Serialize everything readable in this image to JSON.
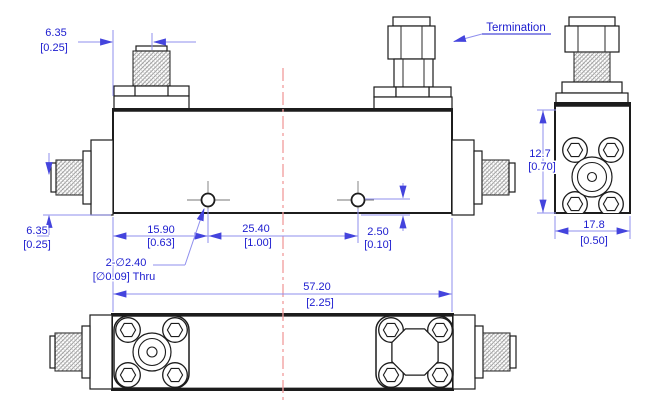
{
  "drawing": {
    "labels": {
      "termination": "Termination",
      "hole_note_line1": "2-∅2.40",
      "hole_note_line2": "[∅0.09] Thru"
    },
    "dimensions": {
      "top_port_offset": {
        "mm": "6.35",
        "inch": "[0.25]"
      },
      "left_port_offset": {
        "mm": "6.35",
        "inch": "[0.25]"
      },
      "hole1_from_left_edge": {
        "mm": "15.90",
        "inch": "[0.63]"
      },
      "hole_spacing": {
        "mm": "25.40",
        "inch": "[1.00]"
      },
      "hole_to_bottom_edge": {
        "mm": "2.50",
        "inch": "[0.10]"
      },
      "overall_length": {
        "mm": "57.20",
        "inch": "[2.25]"
      },
      "body_height": {
        "mm": "12.7",
        "inch": "[0.70]"
      },
      "body_depth": {
        "mm": "17.8",
        "inch": "[0.50]"
      }
    },
    "colors": {
      "dimension_text": "#1b1bcf",
      "dimension_line": "#8f8fee",
      "arrowhead": "#4444dd",
      "centerline": "#f29c9c",
      "geometry": "#1c1c1c",
      "background": "#ffffff"
    }
  }
}
